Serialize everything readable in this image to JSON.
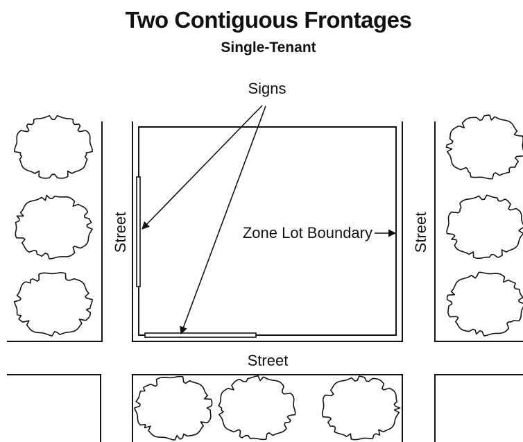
{
  "title": "Two Contiguous Frontages",
  "subtitle": "Single-Tenant",
  "labels": {
    "signs": "Signs",
    "street_left": "Street",
    "street_right": "Street",
    "street_bottom": "Street",
    "zone_lot_boundary": "Zone Lot Boundary"
  },
  "colors": {
    "ink": "#111111",
    "background": "#ffffff"
  }
}
